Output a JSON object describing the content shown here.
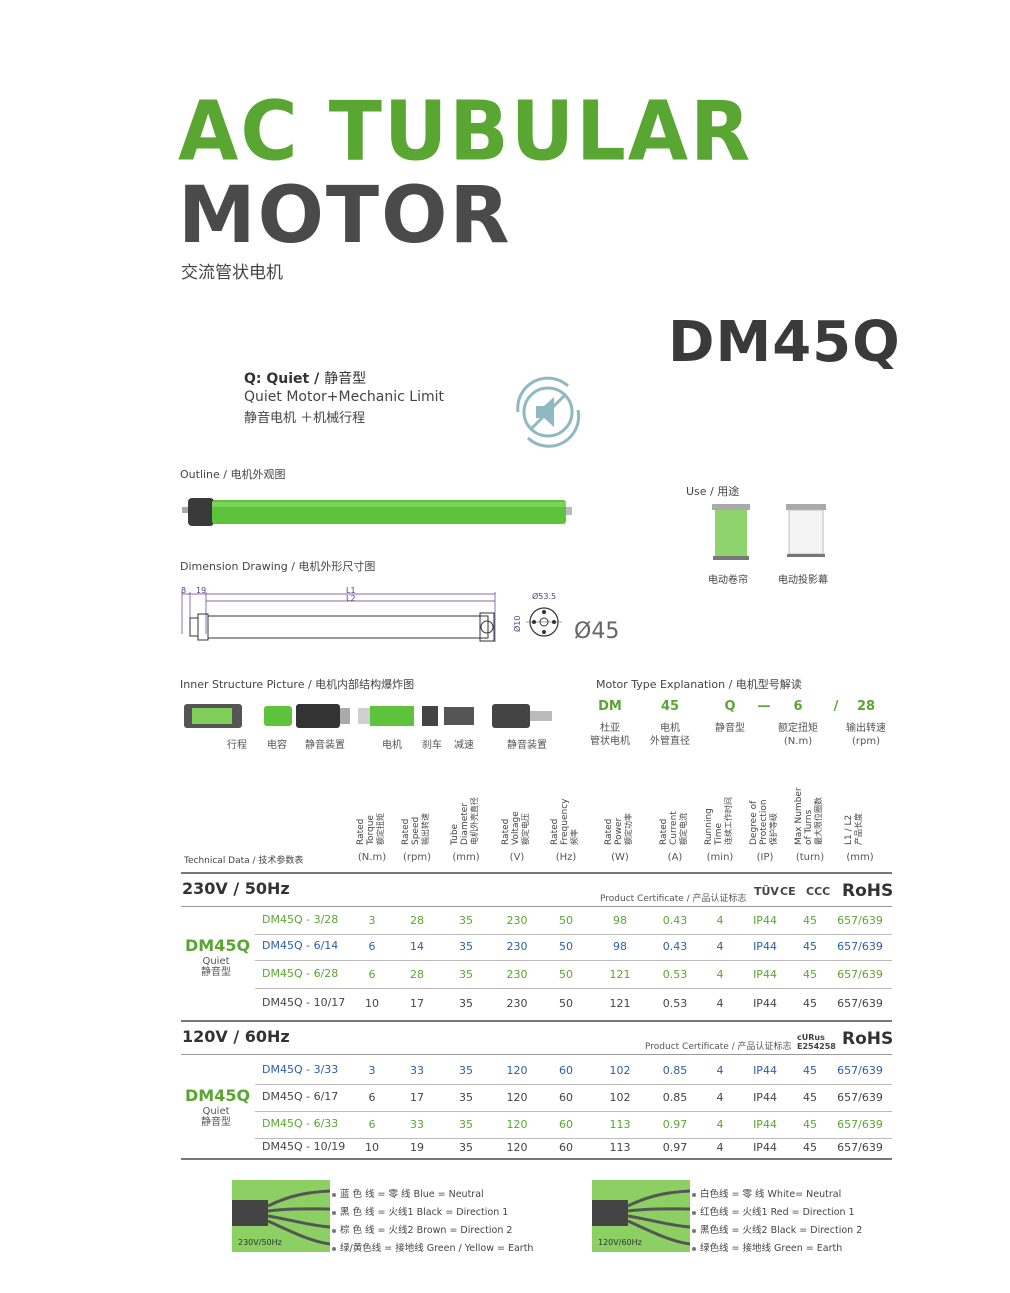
{
  "header": {
    "title_line1": "AC TUBULAR",
    "title_line2": "MOTOR",
    "subtitle_cn": "交流管状电机",
    "model": "DM45Q"
  },
  "quiet": {
    "line1_bold": "Q: Quiet /",
    "line1_cn": "静音型",
    "line2": "Quiet Motor+Mechanic Limit",
    "line3": "静音电机 ＋机械行程",
    "icon": "mute-speaker-icon"
  },
  "sections": {
    "outline": "Outline / 电机外观图",
    "use": "Use / 用途",
    "dimension": "Dimension Drawing / 电机外形尺寸图",
    "inner": "Inner Structure Picture / 电机内部结构爆炸图",
    "motor_type": "Motor Type Explanation / 电机型号解读"
  },
  "use_items": [
    "电动卷帘",
    "电动投影幕"
  ],
  "dimension": {
    "a": "8",
    "b": "19",
    "l1": "L1",
    "l2": "L2",
    "d1": "Ø53.5",
    "d2": "Ø10",
    "phi": "Ø45"
  },
  "parts": [
    "行程",
    "电容",
    "静音装置",
    "电机",
    "刹车",
    "减速",
    "静音装置"
  ],
  "motor_type": [
    {
      "code": "DM",
      "label": "杜亚\n管状电机"
    },
    {
      "code": "45",
      "label": "电机\n外管直径"
    },
    {
      "code": "Q",
      "label": "静音型"
    },
    {
      "code": "—",
      "label": ""
    },
    {
      "code": "6",
      "label": "额定扭矩\n(N.m)"
    },
    {
      "code": "/",
      "label": ""
    },
    {
      "code": "28",
      "label": "输出转速\n(rpm)"
    }
  ],
  "table": {
    "label": "Technical Data / 技术参数表",
    "columns": [
      {
        "en": "Rated\nTorque",
        "cn": "额定扭矩",
        "unit": "(N.m)"
      },
      {
        "en": "Rated\nSpeed",
        "cn": "输出转速",
        "unit": "(rpm)"
      },
      {
        "en": "Tube\nDiameter",
        "cn": "电机外壳直径",
        "unit": "(mm)"
      },
      {
        "en": "Rated\nVoltage",
        "cn": "额定电压",
        "unit": "(V)"
      },
      {
        "en": "Rated\nFrequency",
        "cn": "频率",
        "unit": "(Hz)"
      },
      {
        "en": "Rated\nPower",
        "cn": "额定功率",
        "unit": "(W)"
      },
      {
        "en": "Rated\nCurrent",
        "cn": "额定电流",
        "unit": "(A)"
      },
      {
        "en": "Running\nTime",
        "cn": "连续工作时间",
        "unit": "(min)"
      },
      {
        "en": "Degree of\nProtection",
        "cn": "保护等级",
        "unit": "(IP)"
      },
      {
        "en": "Max Number\nof Turns",
        "cn": "最大限位圈数",
        "unit": "(turn)"
      },
      {
        "en": "L1 / L2",
        "cn": "产品长度",
        "unit": "(mm)"
      }
    ],
    "groups": [
      {
        "title": "230V / 50Hz",
        "cert_label": "Product Certificate / 产品认证标志",
        "cert_marks": [
          "TÜV",
          "CE",
          "CCC",
          "RoHS"
        ],
        "model": "DM45Q",
        "quiet": "Quiet",
        "quiet_cn": "静音型",
        "rows": [
          {
            "color": "#5aa632",
            "cells": [
              "DM45Q - 3/28",
              "3",
              "28",
              "35",
              "230",
              "50",
              "98",
              "0.43",
              "4",
              "IP44",
              "45",
              "657/639"
            ]
          },
          {
            "color": "#2a5fa8",
            "cells": [
              "DM45Q - 6/14",
              "6",
              "14",
              "35",
              "230",
              "50",
              "98",
              "0.43",
              "4",
              "IP44",
              "45",
              "657/639"
            ]
          },
          {
            "color": "#5aa632",
            "cells": [
              "DM45Q - 6/28",
              "6",
              "28",
              "35",
              "230",
              "50",
              "121",
              "0.53",
              "4",
              "IP44",
              "45",
              "657/639"
            ]
          },
          {
            "color": "#444444",
            "cells": [
              "DM45Q - 10/17",
              "10",
              "17",
              "35",
              "230",
              "50",
              "121",
              "0.53",
              "4",
              "IP44",
              "45",
              "657/639"
            ]
          }
        ]
      },
      {
        "title": "120V / 60Hz",
        "cert_label": "Product Certificate / 产品认证标志",
        "cert_marks": [
          "cURus E254258",
          "RoHS"
        ],
        "model": "DM45Q",
        "quiet": "Quiet",
        "quiet_cn": "静音型",
        "rows": [
          {
            "color": "#2a5fa8",
            "cells": [
              "DM45Q - 3/33",
              "3",
              "33",
              "35",
              "120",
              "60",
              "102",
              "0.85",
              "4",
              "IP44",
              "45",
              "657/639"
            ]
          },
          {
            "color": "#444444",
            "cells": [
              "DM45Q - 6/17",
              "6",
              "17",
              "35",
              "120",
              "60",
              "102",
              "0.85",
              "4",
              "IP44",
              "45",
              "657/639"
            ]
          },
          {
            "color": "#5aa632",
            "cells": [
              "DM45Q - 6/33",
              "6",
              "33",
              "35",
              "120",
              "60",
              "113",
              "0.97",
              "4",
              "IP44",
              "45",
              "657/639"
            ]
          },
          {
            "color": "#444444",
            "cells": [
              "DM45Q - 10/19",
              "10",
              "19",
              "35",
              "120",
              "60",
              "113",
              "0.97",
              "4",
              "IP44",
              "45",
              "657/639"
            ]
          }
        ]
      }
    ]
  },
  "wiring": [
    {
      "tag": "230V/50Hz",
      "lines": [
        "蓝 色 线 = 零  线  Blue = Neutral",
        "黑 色 线 = 火线1  Black = Direction 1",
        "棕 色 线 = 火线2  Brown = Direction 2",
        "绿/黄色线 = 接地线  Green / Yellow = Earth"
      ]
    },
    {
      "tag": "120V/60Hz",
      "lines": [
        "白色线 = 零  线  White= Neutral",
        "红色线 = 火线1  Red = Direction 1",
        "黑色线 = 火线2  Black = Direction 2",
        "绿色线 = 接地线  Green = Earth"
      ]
    }
  ],
  "colors": {
    "accent": "#5aa632",
    "dark": "#3a3a3a",
    "blue": "#2a5fa8"
  }
}
